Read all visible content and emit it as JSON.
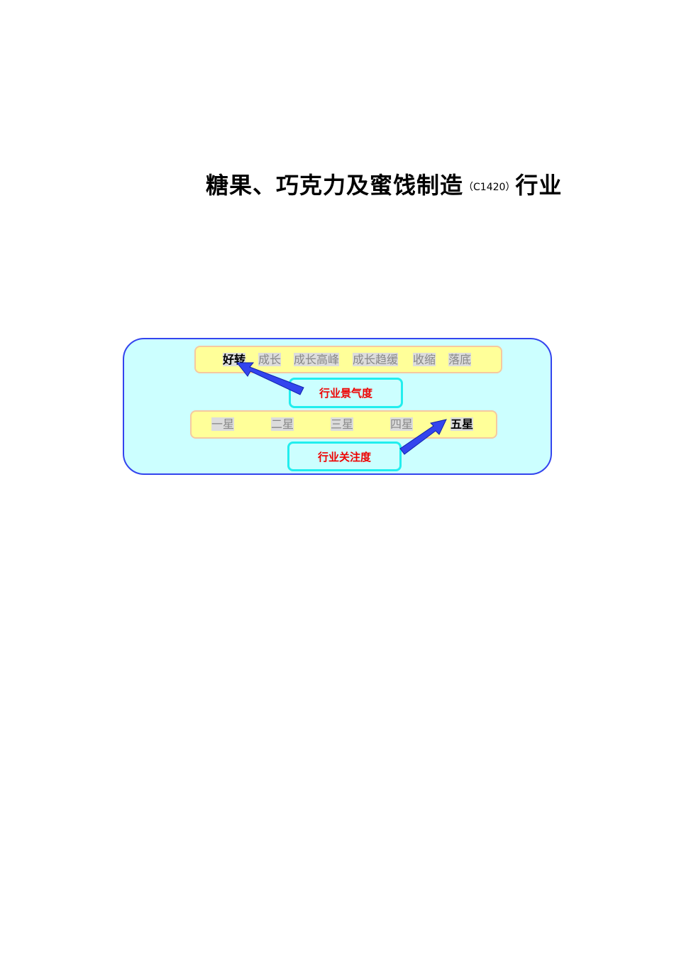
{
  "title": {
    "main": "糖果、巧克力及蜜饯制造",
    "code": "（C1420）",
    "suffix": "行业"
  },
  "prosperity": {
    "label": "行业景气度",
    "stages": [
      "好转",
      "成长",
      "成长高峰",
      "成长趋缓",
      "收缩",
      "落底"
    ],
    "selected": "好转"
  },
  "attention": {
    "label": "行业关注度",
    "levels": [
      "一星",
      "二星",
      "三星",
      "四星",
      "五星"
    ],
    "selected": "五星"
  },
  "colors": {
    "outer_fill": "#ccffff",
    "outer_border": "#3344ee",
    "bar_fill": "#ffff99",
    "label_box_border": "#22eeee",
    "label_text": "#ee0000",
    "arrow": "#3344ee"
  }
}
